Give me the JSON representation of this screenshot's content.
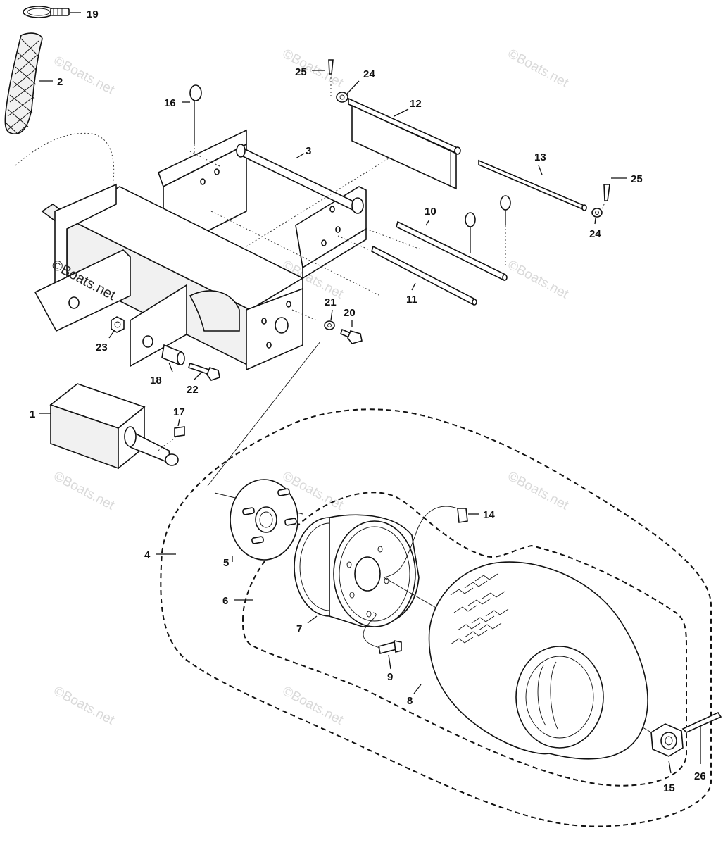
{
  "watermark": "©Boats.net",
  "callouts": [
    {
      "id": "c19",
      "label": "19"
    },
    {
      "id": "c2",
      "label": "2"
    },
    {
      "id": "c25a",
      "label": "25"
    },
    {
      "id": "c24a",
      "label": "24"
    },
    {
      "id": "c12",
      "label": "12"
    },
    {
      "id": "c16",
      "label": "16"
    },
    {
      "id": "c3",
      "label": "3"
    },
    {
      "id": "c13",
      "label": "13"
    },
    {
      "id": "c25b",
      "label": "25"
    },
    {
      "id": "c24b",
      "label": "24"
    },
    {
      "id": "c10",
      "label": "10"
    },
    {
      "id": "c11",
      "label": "11"
    },
    {
      "id": "c21",
      "label": "21"
    },
    {
      "id": "c20",
      "label": "20"
    },
    {
      "id": "c23",
      "label": "23"
    },
    {
      "id": "c18",
      "label": "18"
    },
    {
      "id": "c22",
      "label": "22"
    },
    {
      "id": "c1",
      "label": "1"
    },
    {
      "id": "c17",
      "label": "17"
    },
    {
      "id": "c14",
      "label": "14"
    },
    {
      "id": "c4",
      "label": "4"
    },
    {
      "id": "c5",
      "label": "5"
    },
    {
      "id": "c6",
      "label": "6"
    },
    {
      "id": "c7",
      "label": "7"
    },
    {
      "id": "c9",
      "label": "9"
    },
    {
      "id": "c8",
      "label": "8"
    },
    {
      "id": "c15",
      "label": "15"
    },
    {
      "id": "c26",
      "label": "26"
    }
  ]
}
